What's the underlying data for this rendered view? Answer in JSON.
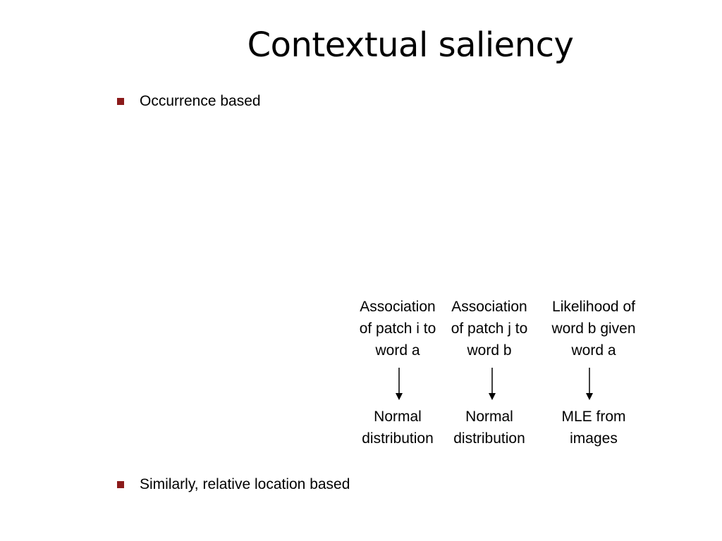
{
  "slide": {
    "title": "Contextual saliency",
    "bullets": [
      {
        "text": "Occurrence based"
      },
      {
        "text": "Similarly, relative location based"
      }
    ],
    "bullet_color": "#8b1a1a",
    "columns": [
      {
        "top": [
          "Association",
          "of patch i to",
          "word a"
        ],
        "bottom": [
          "Normal",
          "distribution"
        ]
      },
      {
        "top": [
          "Association",
          "of patch j to",
          "word b"
        ],
        "bottom": [
          "Normal",
          "distribution"
        ]
      },
      {
        "top": [
          "Likelihood of",
          "word b given",
          "word a"
        ],
        "bottom": [
          "MLE from",
          "images"
        ]
      }
    ]
  }
}
